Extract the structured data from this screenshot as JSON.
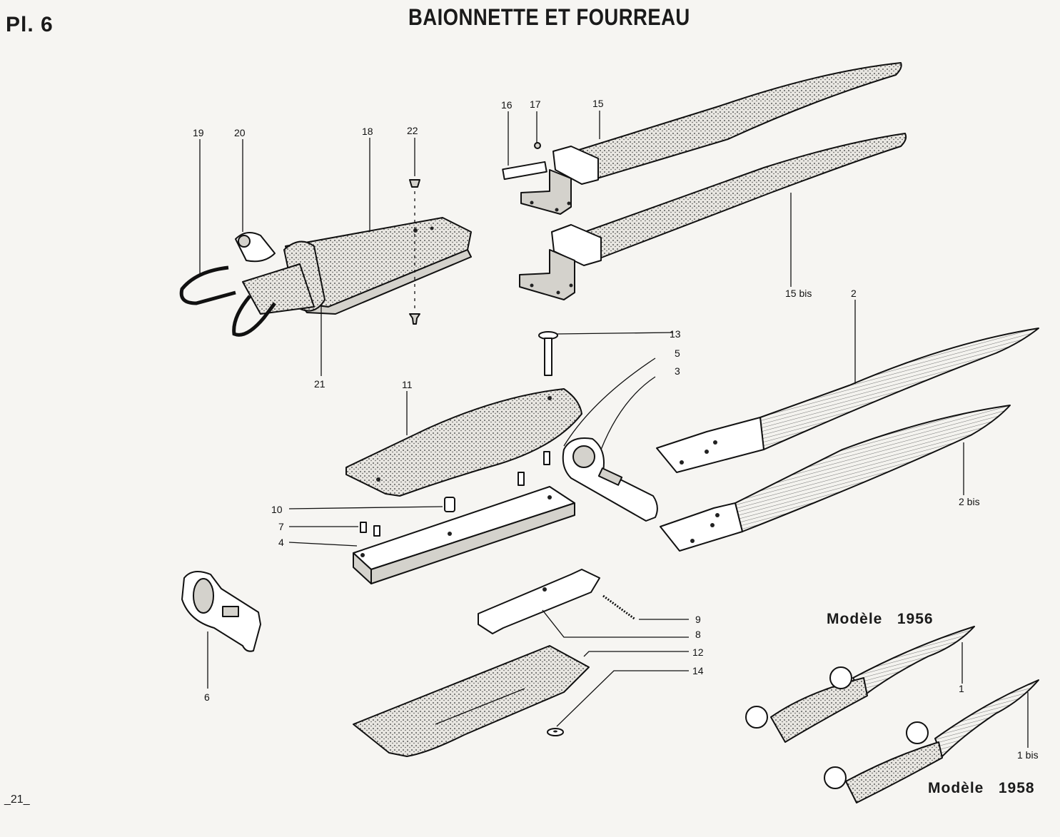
{
  "plate_number": "Pl. 6",
  "title": "BAIONNETTE ET FOURREAU",
  "page_number": "_21_",
  "models": [
    {
      "label": "Modèle",
      "year": "1956"
    },
    {
      "label": "Modèle",
      "year": "1958"
    }
  ],
  "callouts": [
    "19",
    "20",
    "18",
    "22",
    "16",
    "17",
    "15",
    "15 bis",
    "2",
    "13",
    "5",
    "3",
    "21",
    "11",
    "10",
    "7",
    "4",
    "2 bis",
    "6",
    "9",
    "8",
    "12",
    "14",
    "1",
    "1 bis"
  ]
}
